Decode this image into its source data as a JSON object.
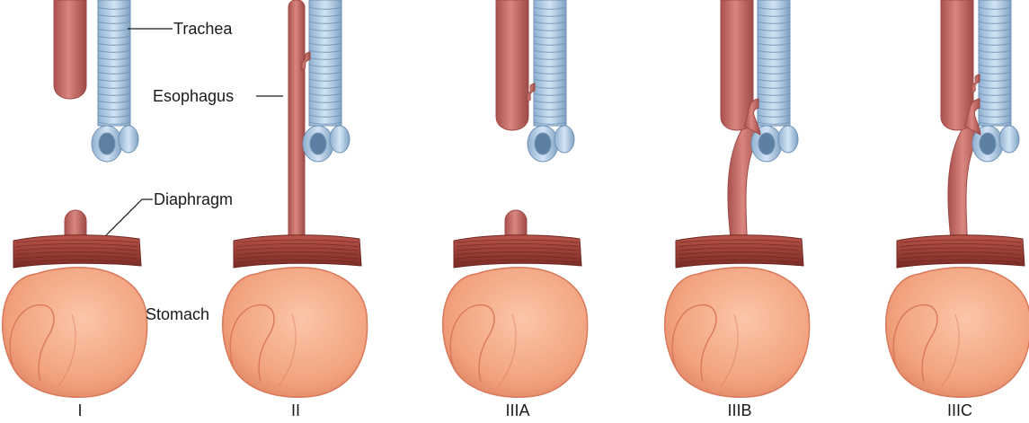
{
  "annotations": {
    "trachea": "Trachea",
    "esophagus": "Esophagus",
    "diaphragm": "Diaphragm",
    "stomach": "Stomach"
  },
  "panels": [
    {
      "id": "I",
      "label": "I",
      "has_upper_pouch": true,
      "has_lower_segment": false,
      "upper_fistula": false,
      "lower_fistula": false
    },
    {
      "id": "II",
      "label": "II",
      "has_upper_pouch": false,
      "has_lower_segment": true,
      "upper_fistula": true,
      "lower_fistula": false
    },
    {
      "id": "IIIA",
      "label": "IIIA",
      "has_upper_pouch": true,
      "has_lower_segment": false,
      "upper_fistula": true,
      "lower_fistula": false
    },
    {
      "id": "IIIB",
      "label": "IIIB",
      "has_upper_pouch": true,
      "has_lower_segment": true,
      "upper_fistula": false,
      "lower_fistula": true
    },
    {
      "id": "IIIC",
      "label": "IIIC",
      "has_upper_pouch": true,
      "has_lower_segment": true,
      "upper_fistula": true,
      "lower_fistula": true
    }
  ],
  "colors": {
    "esophagus": "#c8706c",
    "esophagus_dark": "#9e4a47",
    "trachea": "#b9d3ea",
    "trachea_dark": "#6f93b6",
    "diaphragm": "#a5443a",
    "diaphragm_dark": "#6e2620",
    "stomach": "#f3a884",
    "stomach_dark": "#d9785a"
  }
}
